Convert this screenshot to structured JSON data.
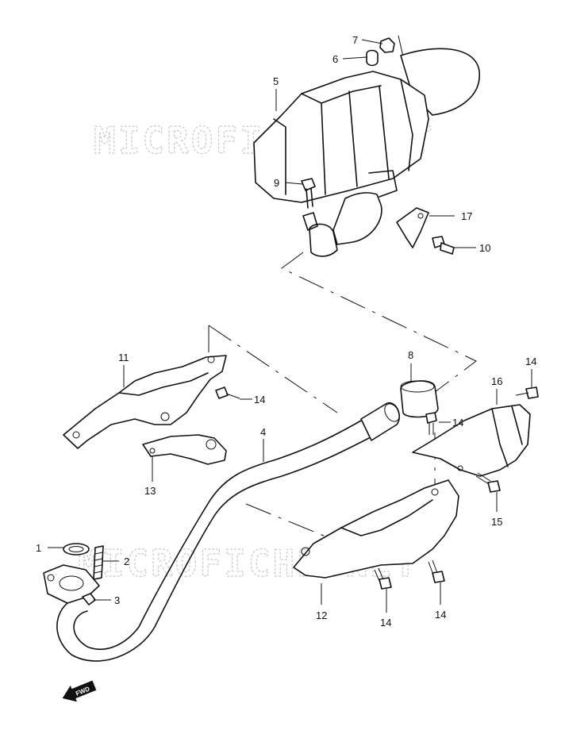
{
  "watermark": {
    "text": "MICROFICHE.NET"
  },
  "callouts": {
    "p1": "1",
    "p2": "2",
    "p3": "3",
    "p4": "4",
    "p5": "5",
    "p6": "6",
    "p7": "7",
    "p8": "8",
    "p9": "9",
    "p10": "10",
    "p11": "11",
    "p12": "12",
    "p13": "13",
    "p14a": "14",
    "p14b": "14",
    "p14c": "14",
    "p14d": "14",
    "p14e": "14",
    "p15": "15",
    "p16": "16",
    "p17": "17"
  },
  "fwd_badge": {
    "text": "FWD"
  }
}
